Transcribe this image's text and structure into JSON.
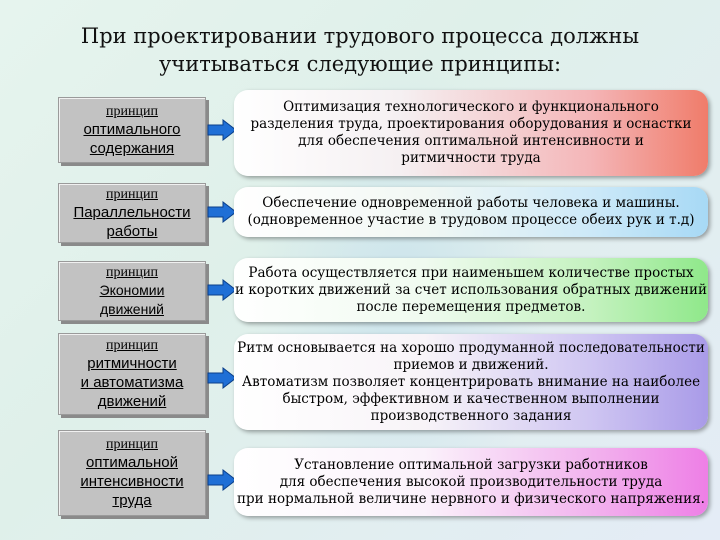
{
  "title": {
    "line1": "При проектировании трудового процесса должны",
    "line2": "учитываться следующие принципы:"
  },
  "principles": [
    {
      "name_lines": [
        "принцип",
        "оптимального",
        "содержания"
      ],
      "desc_lines": [
        "Оптимизация технологического и функционального",
        "разделения труда, проектирования оборудования и оснастки",
        "для обеспечения оптимальной интенсивности и",
        "ритмичности труда"
      ]
    },
    {
      "name_lines": [
        "принцип",
        "Параллельности",
        "работы"
      ],
      "desc_lines": [
        "Обеспечение одновременной работы человека и машины.",
        "(одновременное участие в трудовом процессе обеих рук и т.д)"
      ]
    },
    {
      "name_lines": [
        "принцип",
        "Экономии",
        "движений"
      ],
      "desc_lines": [
        "Работа осуществляется при наименьшем количестве простых",
        "и коротких движений за счет использования обратных движений",
        "после перемещения предметов."
      ]
    },
    {
      "name_lines": [
        "принцип",
        "ритмичности",
        "и автоматизма",
        "движений"
      ],
      "desc_lines": [
        "Ритм основывается на хорошо продуманной последовательности",
        "приемов и движений.",
        "Автоматизм позволяет концентрировать внимание на наиболее",
        "быстром, эффективном и качественном выполнении",
        "производственного задания"
      ]
    },
    {
      "name_lines": [
        "принцип",
        "оптимальной",
        "интенсивности",
        "труда"
      ],
      "desc_lines": [
        "Установление оптимальной загрузки работников",
        "для обеспечения высокой производительности труда",
        "при нормальной величине нервного и физического напряжения."
      ]
    }
  ],
  "colors": {
    "arrow_fill": "#1f6fd6",
    "arrow_stroke": "#0b3f8a"
  }
}
